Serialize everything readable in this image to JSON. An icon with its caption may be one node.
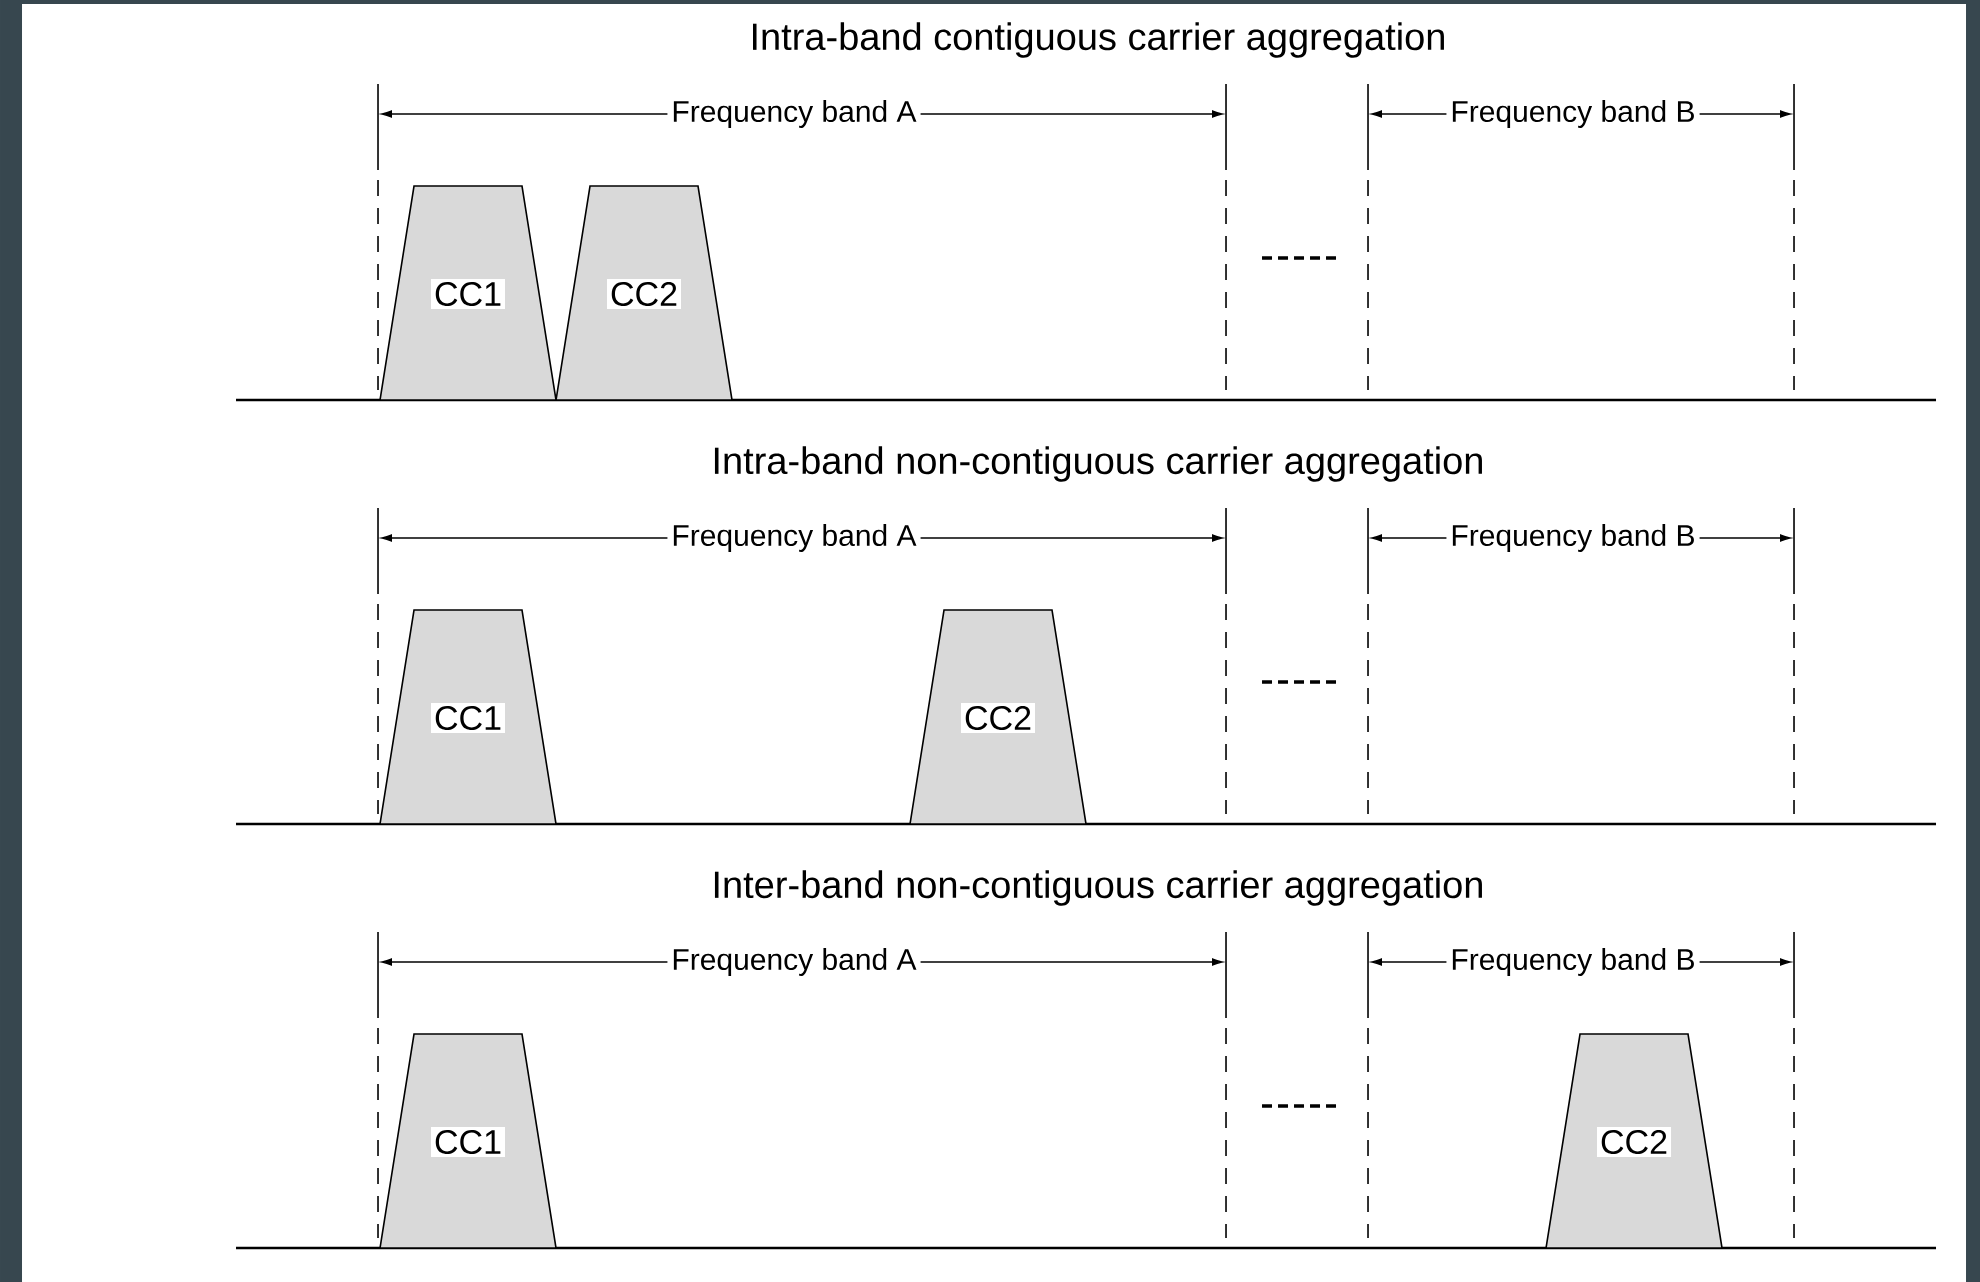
{
  "diagram": {
    "nodes": [
      {
        "text": [
          "CC1"
        ]
      },
      {
        "text": [
          "CC2"
        ]
      },
      {
        "text": [
          "CC1"
        ]
      },
      {
        "text": [
          "CC2"
        ]
      },
      {
        "text": [
          "CC1"
        ]
      },
      {
        "text": [
          "CC2"
        ]
      }
    ],
    "labels": [
      "Intra-band contiguous carrier aggregation",
      "Frequency band A",
      "Frequency band B",
      "Intra-band non-contiguous carrier aggregation",
      "Frequency band A",
      "Frequency band B",
      "Inter-band non-contiguous carrier aggregation",
      "Frequency band A",
      "Frequency band B"
    ]
  }
}
